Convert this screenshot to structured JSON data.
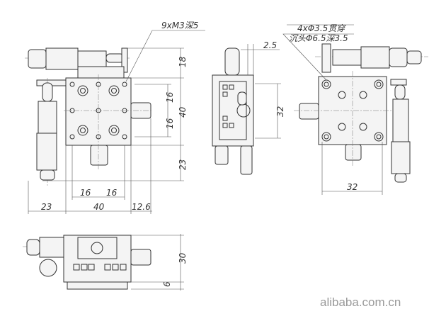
{
  "callouts": {
    "tapped_holes": "9xM3深5",
    "through_holes": "4xΦ3.5贯穿",
    "counterbore": "沉头Φ6.5深3.5"
  },
  "top_view_dims": {
    "top_micrometer": "18",
    "plate_height": "40",
    "hole_upper": "16",
    "hole_lower": "16",
    "bottom_extension": "23",
    "hole_left": "16",
    "hole_right": "16",
    "left_extension": "23",
    "plate_width": "40",
    "right_extension": "12.6"
  },
  "side_view_dims": {
    "offset": "2.5",
    "hole_pitch": "32"
  },
  "right_view_dims": {
    "hole_pitch": "32"
  },
  "front_view_dims": {
    "height": "30",
    "base": "6"
  },
  "watermark": "alibaba.com.cn"
}
